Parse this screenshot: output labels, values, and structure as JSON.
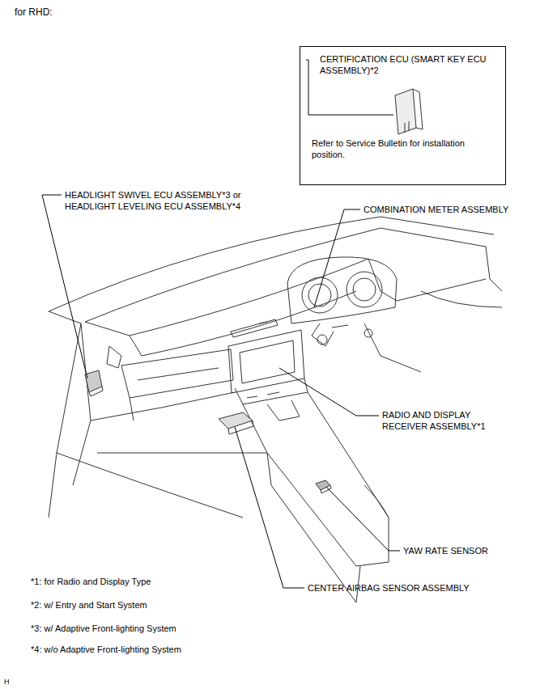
{
  "diagram": {
    "title": "for RHD:",
    "nodes": [
      {
        "text": [
          "CERTIFICATION ECU (SMART KEY ECU ASSEMBLY)*2",
          "Refer to Service Bulletin for installation position."
        ]
      }
    ],
    "labels": [
      "HEADLIGHT SWIVEL ECU ASSEMBLY*3 or HEADLIGHT LEVELING ECU ASSEMBLY*4",
      "COMBINATION METER ASSEMBLY",
      "RADIO AND DISPLAY RECEIVER ASSEMBLY*1",
      "YAW RATE SENSOR",
      "CENTER AIRBAG SENSOR ASSEMBLY",
      "*1: for Radio and Display Type",
      "*2: w/ Entry and Start System",
      "*3: w/ Adaptive Front-lighting System",
      "*4: w/o Adaptive Front-lighting System",
      "H"
    ]
  }
}
